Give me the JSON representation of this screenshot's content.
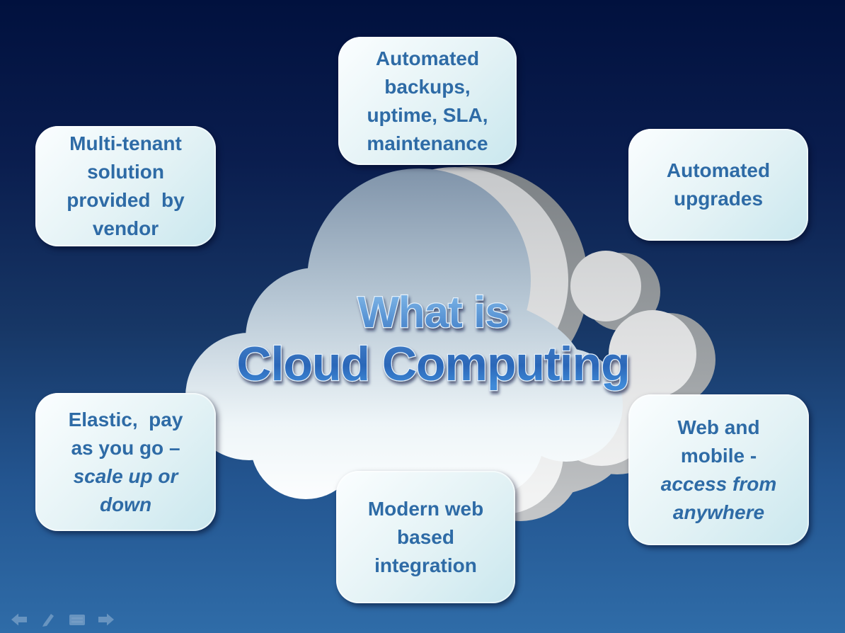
{
  "slide": {
    "title": {
      "line1": "What is",
      "line2": "Cloud Computing"
    },
    "boxes": {
      "automated_backups": {
        "lines": [
          "Automated",
          "backups,",
          "uptime, SLA,",
          "maintenance"
        ]
      },
      "multi_tenant": {
        "lines": [
          "Multi-tenant",
          "solution",
          "provided  by",
          "vendor"
        ]
      },
      "automated_upgrades": {
        "lines": [
          "Automated",
          "upgrades"
        ]
      },
      "elastic": {
        "lines": [
          "Elastic,  pay",
          "as you go –",
          "scale up or",
          "down"
        ]
      },
      "modern_web": {
        "lines": [
          "Modern web",
          "based",
          "integration"
        ]
      },
      "web_mobile": {
        "lines": [
          "Web and",
          "mobile -",
          "access from",
          "anywhere"
        ]
      }
    },
    "presenter_toolbar": {
      "icons": [
        "previous-slide",
        "pen-annotate",
        "slide-menu",
        "next-slide"
      ]
    },
    "colors": {
      "background_top": "#01113e",
      "background_bottom": "#2f6ca8",
      "box_text": "#2e6ba6",
      "box_fill_light": "#fbfeff",
      "box_fill_dark": "#c9e7ee",
      "title_fill_top": "#8cc2ee",
      "title_fill_bottom": "#2b67b8",
      "cloud_face_top": "#8094aa",
      "cloud_face_bottom": "#fbfdfe",
      "cloud_side_gray": "#d6d7d8"
    }
  }
}
